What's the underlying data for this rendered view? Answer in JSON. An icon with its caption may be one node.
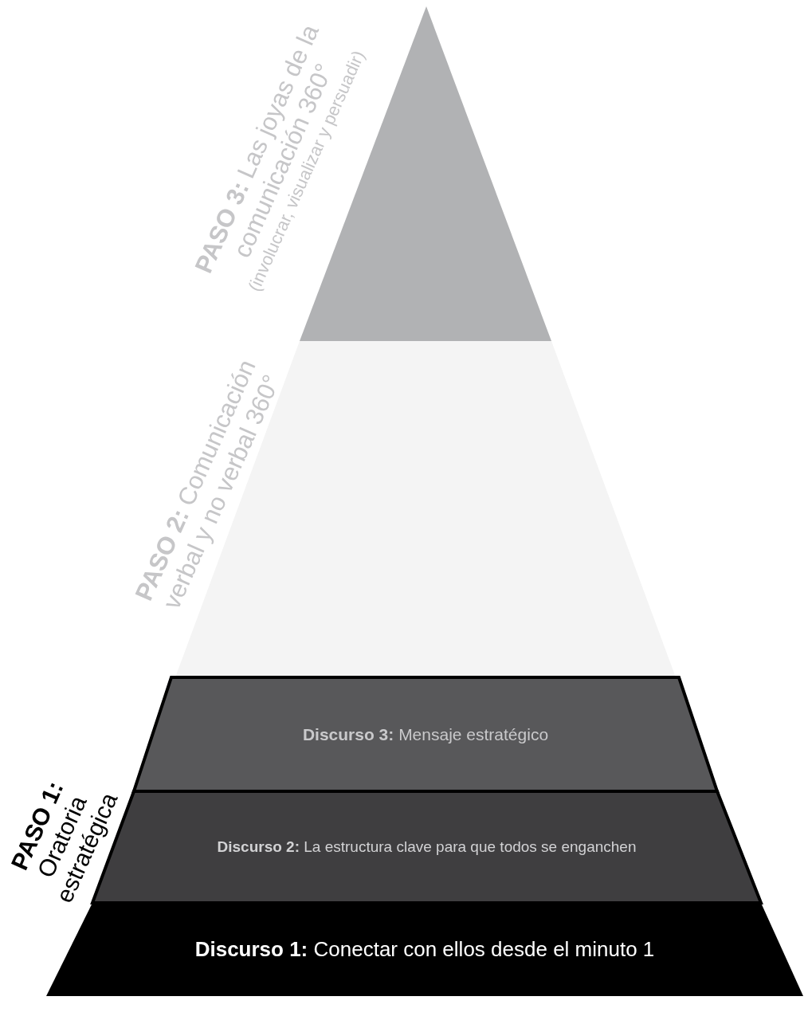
{
  "diagram": {
    "nodes": [
      {
        "text": [],
        "shape": "triangle",
        "beside": [
          "**PASO 3:** Las joyas de la comunicación 360°",
          "(involucrar, visualizar y persuadir)"
        ]
      },
      {
        "text": [],
        "shape": "band",
        "beside": [
          "**PASO 2:** Comunicación verbal y no verbal 360°"
        ]
      },
      {
        "text": [
          "**Discurso 3:** Mensaje estratégico"
        ]
      },
      {
        "text": [
          "**Discurso 2:** La estructura clave para que todos se enganchen"
        ]
      },
      {
        "text": [
          "**Discurso 1:** Conectar con ellos desde el minuto 1"
        ]
      }
    ],
    "labels": [
      "**PASO 1:** Oratoria estratégica"
    ]
  }
}
